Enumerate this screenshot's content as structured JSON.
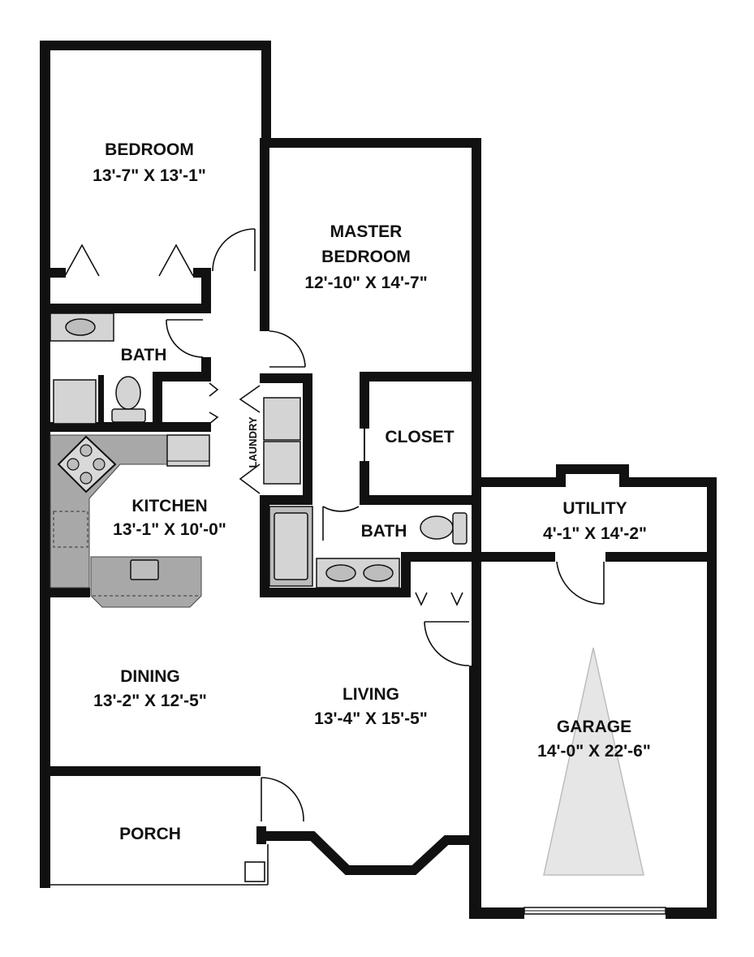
{
  "rooms": [
    {
      "key": "bedroom",
      "name": "BEDROOM",
      "dims": "13'-7\" X 13'-1\""
    },
    {
      "key": "master",
      "name_line1": "MASTER",
      "name_line2": "BEDROOM",
      "dims": "12'-10\" X 14'-7\""
    },
    {
      "key": "bath1",
      "name": "BATH"
    },
    {
      "key": "laundry",
      "name": "LAUNDRY"
    },
    {
      "key": "closet",
      "name": "CLOSET"
    },
    {
      "key": "kitchen",
      "name": "KITCHEN",
      "dims": "13'-1\" X 10'-0\""
    },
    {
      "key": "bath2",
      "name": "BATH"
    },
    {
      "key": "utility",
      "name": "UTILITY",
      "dims": "4'-1\" X 14'-2\""
    },
    {
      "key": "dining",
      "name": "DINING",
      "dims": "13'-2\" X 12'-5\""
    },
    {
      "key": "living",
      "name": "LIVING",
      "dims": "13'-4\" X 15'-5\""
    },
    {
      "key": "garage",
      "name": "GARAGE",
      "dims": "14'-0\" X 22'-6\""
    },
    {
      "key": "porch",
      "name": "PORCH"
    }
  ],
  "colors": {
    "wall": "#111111",
    "fixture": "#bdbdbd",
    "counter": "#a8a8a8",
    "garage_beam": "#e6e6e6"
  },
  "icons": [
    "door-swing-icon",
    "bifold-door-icon",
    "toilet-icon",
    "sink-icon",
    "bathtub-icon",
    "stove-icon",
    "washer-icon",
    "dryer-icon",
    "headlight-beam-icon"
  ]
}
